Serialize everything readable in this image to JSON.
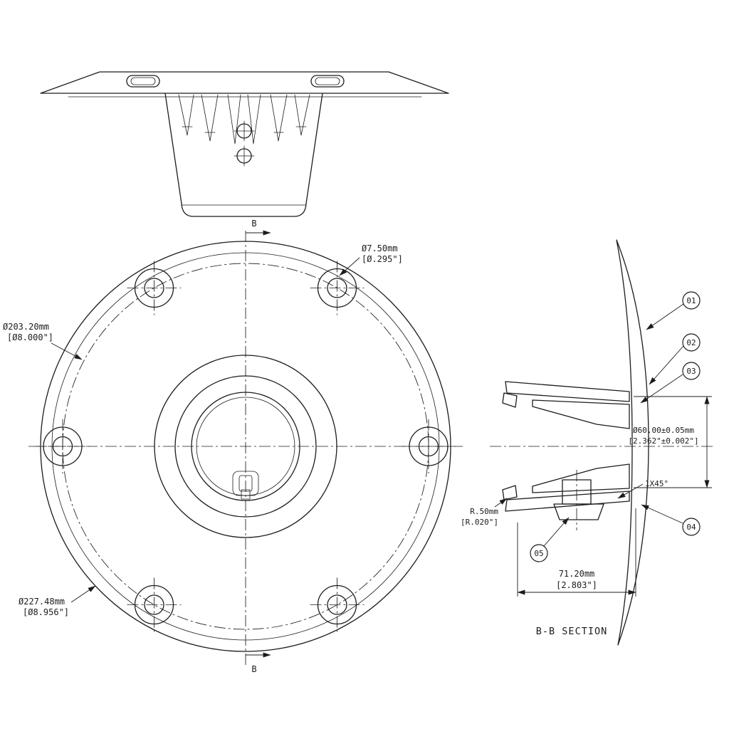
{
  "views": {
    "section_title": "B-B SECTION",
    "section_marker": "B"
  },
  "dims": {
    "hole_dia": {
      "metric": "Ø7.50mm",
      "imperial": "[Ø.295\"]"
    },
    "bolt_circle_dia": {
      "metric": "Ø203.20mm",
      "imperial": "[Ø8.000\"]"
    },
    "outer_dia": {
      "metric": "Ø227.48mm",
      "imperial": "[Ø8.956\"]"
    },
    "socket_dia": {
      "metric": "Ø60.00±0.05mm",
      "imperial": "[2.362\"±0.002\"]"
    },
    "chamfer": "1X45°",
    "fillet_radius": {
      "metric": "R.50mm",
      "imperial": "[R.020\"]"
    },
    "hub_depth": {
      "metric": "71.20mm",
      "imperial": "[2.803\"]"
    }
  },
  "balloons": [
    {
      "label": "01"
    },
    {
      "label": "02"
    },
    {
      "label": "03"
    },
    {
      "label": "04"
    },
    {
      "label": "05"
    }
  ],
  "colors": {
    "line": "#1c1c1c",
    "background": "#ffffff"
  }
}
